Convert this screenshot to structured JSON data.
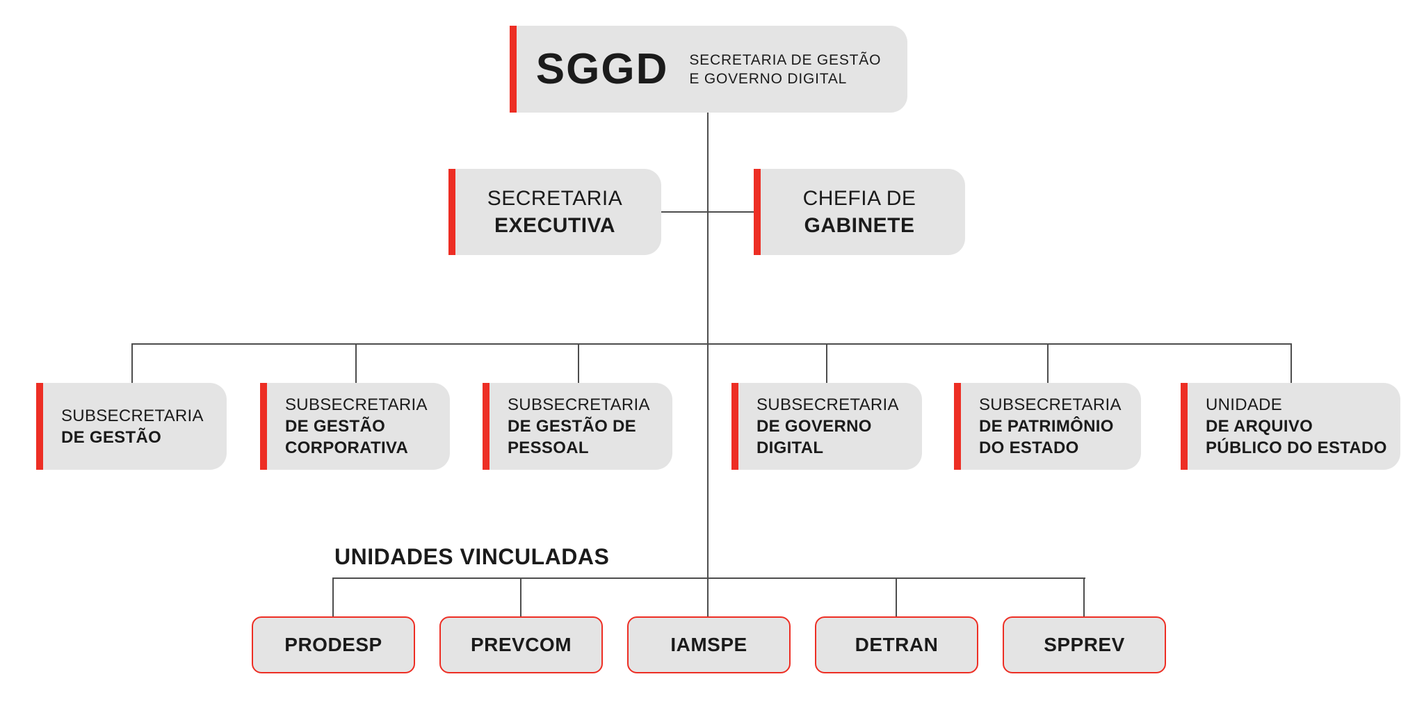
{
  "palette": {
    "box_fill": "#e4e4e4",
    "accent_red": "#ed2e24",
    "connector_gray": "#4d4d4d",
    "text_dark": "#1b1b1b",
    "background": "#ffffff"
  },
  "org": {
    "root": {
      "abbr": "SGGD",
      "subtitle_line1": "SECRETARIA DE GESTÃO",
      "subtitle_line2": "E GOVERNO DIGITAL"
    },
    "level2": [
      {
        "line1": "SECRETARIA",
        "line2": "EXECUTIVA"
      },
      {
        "line1": "CHEFIA DE",
        "line2": "GABINETE"
      }
    ],
    "level3": [
      {
        "line1": "SUBSECRETARIA",
        "line2": "DE GESTÃO",
        "line3": ""
      },
      {
        "line1": "SUBSECRETARIA",
        "line2": "DE GESTÃO",
        "line3": "CORPORATIVA"
      },
      {
        "line1": "SUBSECRETARIA",
        "line2": "DE GESTÃO DE",
        "line3": "PESSOAL"
      },
      {
        "line1": "SUBSECRETARIA",
        "line2": "DE GOVERNO",
        "line3": "DIGITAL"
      },
      {
        "line1": "SUBSECRETARIA",
        "line2": "DE PATRIMÔNIO",
        "line3": "DO ESTADO"
      },
      {
        "line1": "UNIDADE",
        "line2": "DE ARQUIVO",
        "line3": "PÚBLICO DO ESTADO"
      }
    ],
    "linked_units_heading": "UNIDADES VINCULADAS",
    "linked_units": [
      "PRODESP",
      "PREVCOM",
      "IAMSPE",
      "DETRAN",
      "SPPREV"
    ]
  }
}
